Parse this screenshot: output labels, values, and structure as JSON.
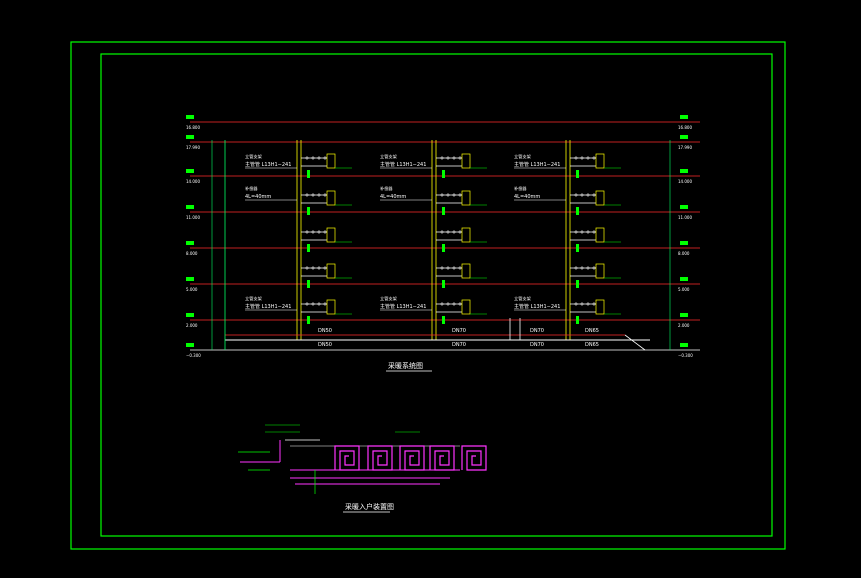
{
  "colors": {
    "background": "#000000",
    "frame": "#00ff00",
    "floor_line": "#ff2a2a",
    "pipe": "#ffffff",
    "riser": "#ffff00",
    "label": "#ffffff",
    "label_green": "#00ff00",
    "coil": "#ff33ff",
    "dimension": "#00ff66"
  },
  "diagram": {
    "elevations": [
      "16.800",
      "17.990",
      "14.000",
      "11.000",
      "8.000",
      "5.000",
      "2.000",
      "−0.300"
    ],
    "note_riser": "立管支架",
    "note_pipe_top": "主管管 L13H1−241",
    "note_gap": "补偿器",
    "note_gap_size": "4L=40mm",
    "note_pipe_bottom": "主管管 L13H1−241",
    "label_dn_left": "DN50",
    "label_dn_mid": "DN70",
    "label_dn_right": "DN65",
    "title_main": "采暖系统图",
    "title_sub": "采暖入户装置图"
  }
}
